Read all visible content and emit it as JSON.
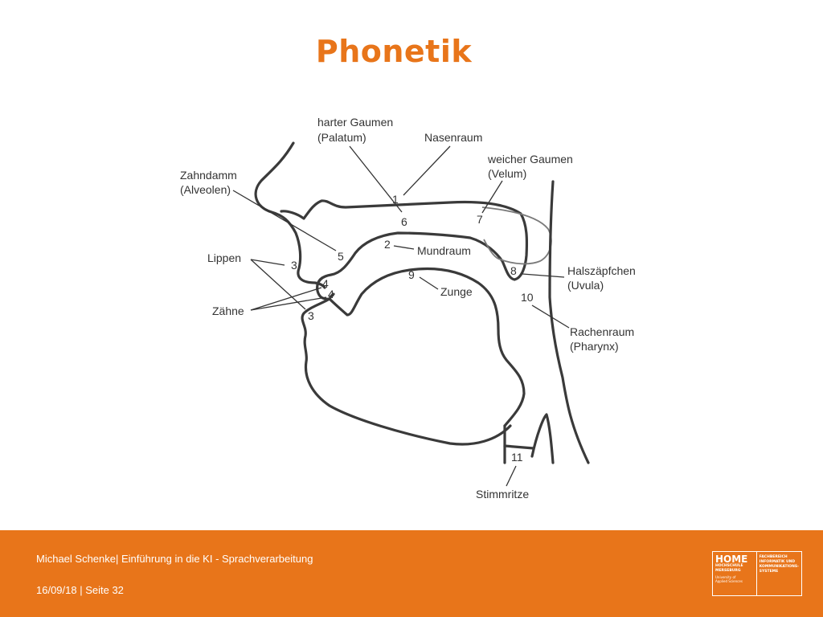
{
  "slide": {
    "title": "Phonetik"
  },
  "diagram": {
    "labels": {
      "harter_gaumen_1": "harter Gaumen",
      "harter_gaumen_2": "(Palatum)",
      "nasenraum": "Nasenraum",
      "weicher_gaumen_1": "weicher Gaumen",
      "weicher_gaumen_2": "(Velum)",
      "zahndamm_1": "Zahndamm",
      "zahndamm_2": "(Alveolen)",
      "lippen": "Lippen",
      "zaehne": "Zähne",
      "mundraum": "Mundraum",
      "zunge": "Zunge",
      "halszaepfchen_1": "Halszäpfchen",
      "halszaepfchen_2": "(Uvula)",
      "rachenraum_1": "Rachenraum",
      "rachenraum_2": "(Pharynx)",
      "stimmritze": "Stimmritze"
    },
    "numbers": {
      "n1": "1",
      "n2": "2",
      "n3_upper": "3",
      "n3_lower": "3",
      "n4_upper": "4",
      "n4_lower": "4",
      "n5": "5",
      "n6": "6",
      "n7": "7",
      "n8": "8",
      "n9": "9",
      "n10": "10",
      "n11": "11"
    }
  },
  "footer": {
    "line1": "Michael Schenke| Einführung in die KI - Sprachverarbeitung",
    "line2": "16/09/18 | Seite 32",
    "logo": {
      "name": "HOME",
      "sub1": "HOCHSCHULE",
      "sub2": "MERSEBURG",
      "sub3": "University of",
      "sub4": "Applied Sciences",
      "dept1": "FACHBEREICH",
      "dept2": "INFORMATIK UND",
      "dept3": "KOMMUNIKATIONS-",
      "dept4": "SYSTEME"
    }
  },
  "colors": {
    "accent": "#e8751a",
    "ink": "#3a3a3a"
  }
}
